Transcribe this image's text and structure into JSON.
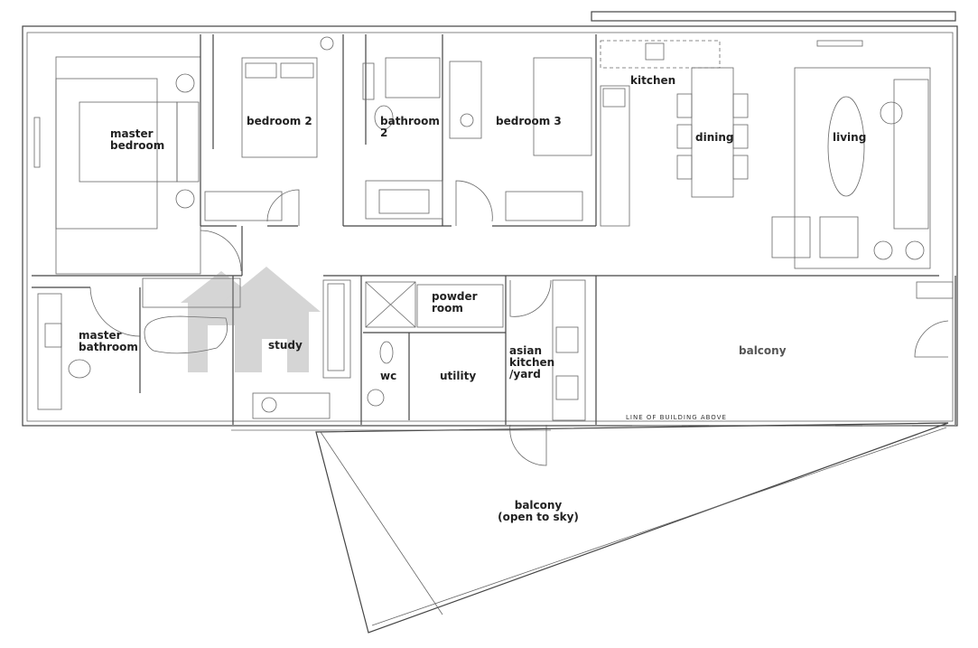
{
  "rooms": {
    "master_bedroom": [
      "master",
      "bedroom"
    ],
    "bedroom_2": "bedroom 2",
    "bathroom_2": [
      "bathroom",
      "2"
    ],
    "bedroom_3": "bedroom 3",
    "kitchen": "kitchen",
    "dining": "dining",
    "living": "living",
    "master_bathroom": [
      "master",
      "bathroom"
    ],
    "study": "study",
    "powder_room": [
      "powder",
      "room"
    ],
    "wc": "wc",
    "utility": "utility",
    "asian_kitchen": [
      "asian",
      "kitchen",
      "/yard"
    ],
    "balcony": "balcony",
    "balcony_open": [
      "balcony",
      "(open to sky)"
    ]
  },
  "annotations": {
    "line_of_building": "LINE OF BUILDING ABOVE"
  },
  "watermark": "house-logo"
}
